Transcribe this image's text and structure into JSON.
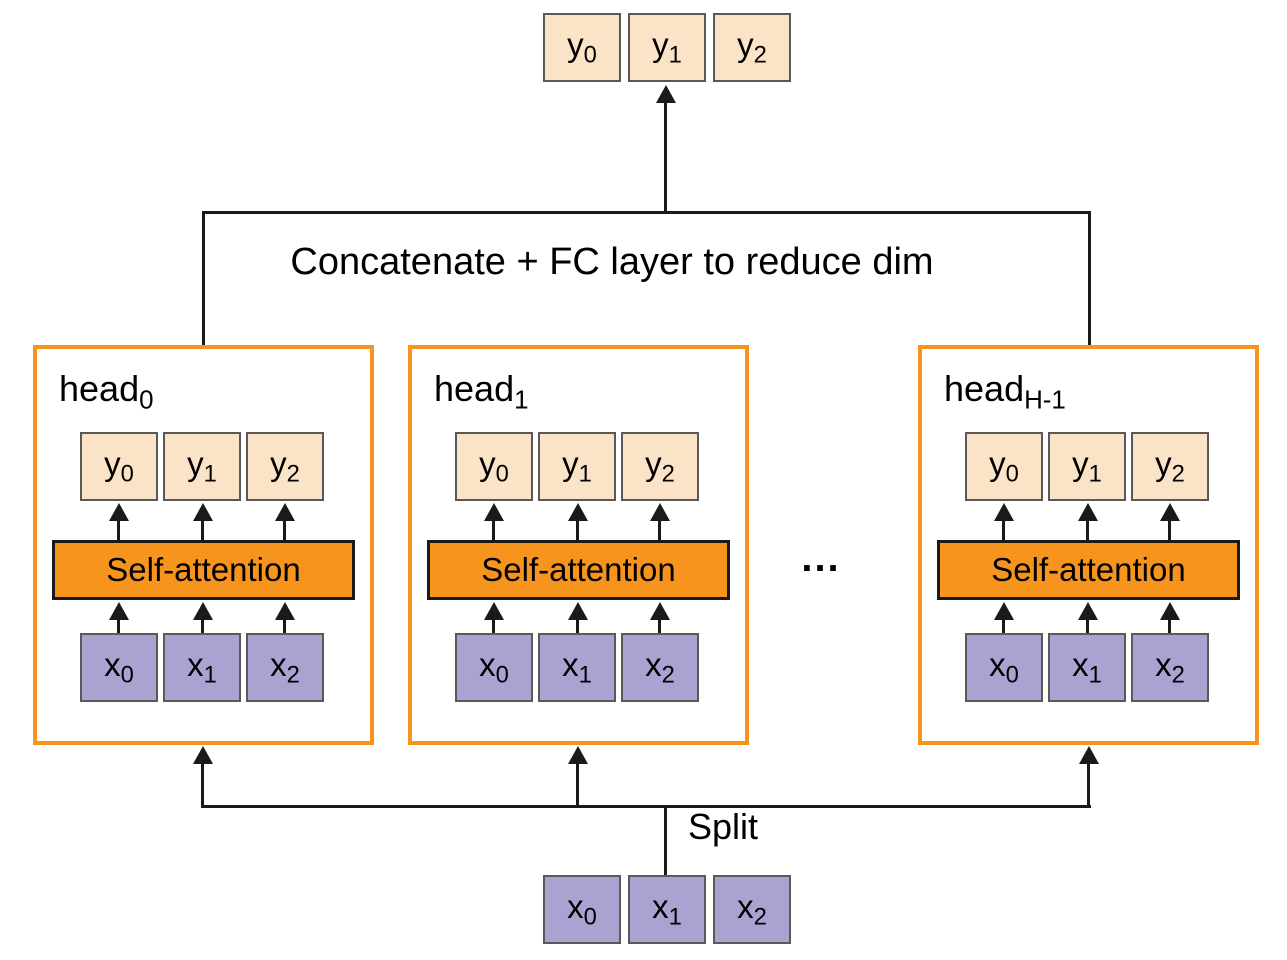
{
  "diagram": {
    "concat_label": "Concatenate + FC layer to reduce dim",
    "split_label": "Split",
    "ellipsis": "...",
    "output_row": {
      "tokens": [
        {
          "base": "y",
          "sub": "0"
        },
        {
          "base": "y",
          "sub": "1"
        },
        {
          "base": "y",
          "sub": "2"
        }
      ]
    },
    "input_row": {
      "tokens": [
        {
          "base": "x",
          "sub": "0"
        },
        {
          "base": "x",
          "sub": "1"
        },
        {
          "base": "x",
          "sub": "2"
        }
      ]
    },
    "heads": [
      {
        "label_base": "head",
        "label_sub": "0",
        "attention_label": "Self-attention",
        "y_tokens": [
          {
            "base": "y",
            "sub": "0"
          },
          {
            "base": "y",
            "sub": "1"
          },
          {
            "base": "y",
            "sub": "2"
          }
        ],
        "x_tokens": [
          {
            "base": "x",
            "sub": "0"
          },
          {
            "base": "x",
            "sub": "1"
          },
          {
            "base": "x",
            "sub": "2"
          }
        ]
      },
      {
        "label_base": "head",
        "label_sub": "1",
        "attention_label": "Self-attention",
        "y_tokens": [
          {
            "base": "y",
            "sub": "0"
          },
          {
            "base": "y",
            "sub": "1"
          },
          {
            "base": "y",
            "sub": "2"
          }
        ],
        "x_tokens": [
          {
            "base": "x",
            "sub": "0"
          },
          {
            "base": "x",
            "sub": "1"
          },
          {
            "base": "x",
            "sub": "2"
          }
        ]
      },
      {
        "label_base": "head",
        "label_sub": "H-1",
        "attention_label": "Self-attention",
        "y_tokens": [
          {
            "base": "y",
            "sub": "0"
          },
          {
            "base": "y",
            "sub": "1"
          },
          {
            "base": "y",
            "sub": "2"
          }
        ],
        "x_tokens": [
          {
            "base": "x",
            "sub": "0"
          },
          {
            "base": "x",
            "sub": "1"
          },
          {
            "base": "x",
            "sub": "2"
          }
        ]
      }
    ],
    "colors": {
      "accent_orange": "#F7941D",
      "token_peach": "#FBE3C8",
      "token_purple": "#ABA2D2",
      "token_border": "#595959",
      "line_black": "#1A1A1A"
    }
  }
}
